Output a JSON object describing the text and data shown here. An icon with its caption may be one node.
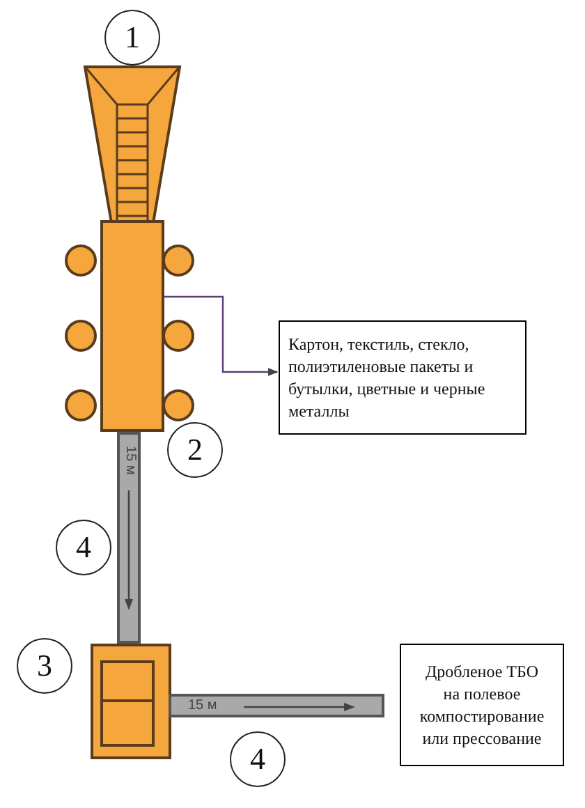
{
  "diagram": {
    "nodes": [
      {
        "text": [],
        "shape": "trapezoid"
      },
      {
        "text": [],
        "shape": "box"
      },
      {
        "text": [
          "Картон, текстиль, стекло, полиэтиленовые пакеты и бутылки, цветные и черные металлы"
        ]
      },
      {
        "text": [
          "15 м"
        ]
      },
      {
        "text": [],
        "shape": "box"
      },
      {
        "text": [
          "15 м"
        ]
      },
      {
        "text": [
          "Дробленое ТБО на полевое компостирование или прессование"
        ]
      }
    ],
    "edges": [
      {
        "from": 1,
        "to": 2,
        "arrow": "to",
        "color": "#5b3f78"
      }
    ],
    "labels": [
      "1",
      "2",
      "4",
      "3",
      "4"
    ]
  }
}
